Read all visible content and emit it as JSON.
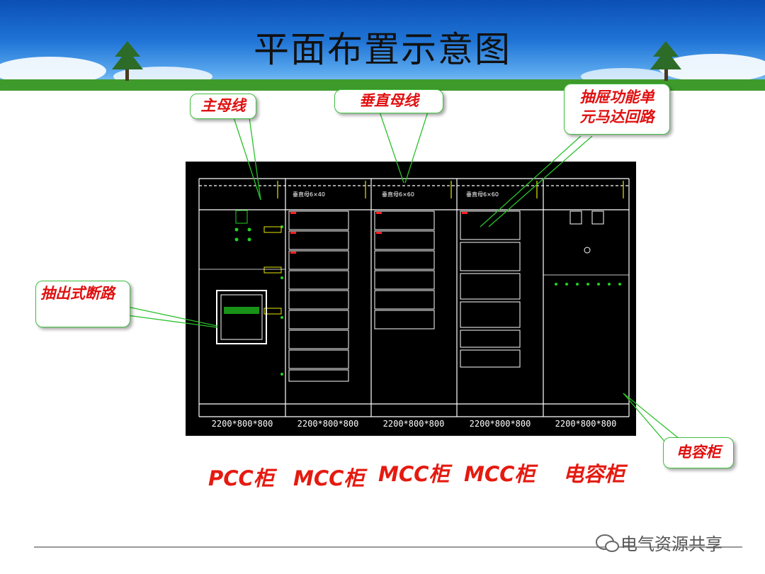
{
  "slide": {
    "title": "平面布置示意图"
  },
  "callouts": {
    "main_busbar": "主母线",
    "vertical_busbar": "垂直母线",
    "drawer_line1": "抽屉功能单",
    "drawer_line2": "元马达回路",
    "breaker": "抽出式断路",
    "capacitor": "电容柜"
  },
  "cabinets": [
    {
      "label": "PCC柜",
      "size": "2200*800*800"
    },
    {
      "label": "MCC柜",
      "size": "2200*800*800",
      "bus": "垂直母6×40"
    },
    {
      "label": "MCC柜",
      "size": "2200*800*800",
      "bus": "垂直母6×60"
    },
    {
      "label": "MCC柜",
      "size": "2200*800*800",
      "bus": "垂直母6×60"
    },
    {
      "label": "电容柜",
      "size": "2200*800*800"
    }
  ],
  "watermark": "电气资源共享",
  "colors": {
    "callout_text": "#e01010",
    "callout_border": "#3fbf3f",
    "cabinet_label": "#e51a10",
    "drawing_bg": "#000000",
    "line": "#ffffff",
    "accent_green": "#22d022",
    "accent_yellow": "#e8e800",
    "accent_red": "#ff2020"
  }
}
